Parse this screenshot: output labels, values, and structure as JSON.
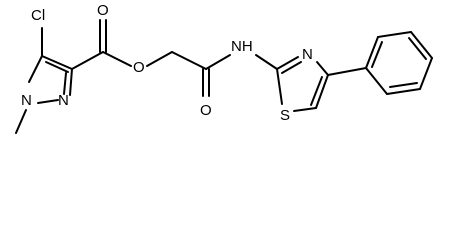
{
  "molecule": {
    "atoms": {
      "cl": "Cl",
      "n_pyrazole_methyl": "N",
      "n_pyrazole_ring": "N",
      "o_ester_carbonyl": "O",
      "o_ester_bridge": "O",
      "o_amide": "O",
      "nh_amide": "NH",
      "n_thiazole": "N",
      "s_thiazole": "S"
    }
  }
}
